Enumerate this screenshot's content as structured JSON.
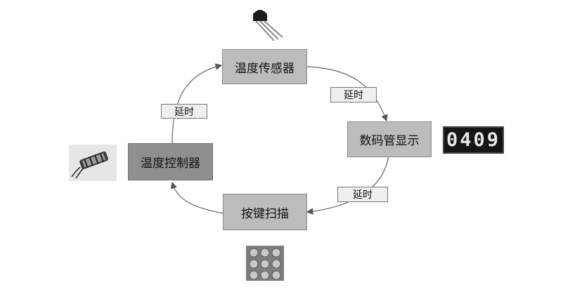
{
  "nodes": {
    "temp_sensor": "温度传感器",
    "display": "数码管显示",
    "key_scan": "按键扫描",
    "temp_controller": "温度控制器"
  },
  "delays": {
    "top_right": "延时",
    "bottom_right": "延时",
    "left": "延时"
  },
  "display_readout": "0409",
  "icons": {
    "sensor": "transistor-sensor-icon",
    "display": "seven-segment-display-icon",
    "keypad": "keypad-icon",
    "controller": "heater-element-icon"
  }
}
